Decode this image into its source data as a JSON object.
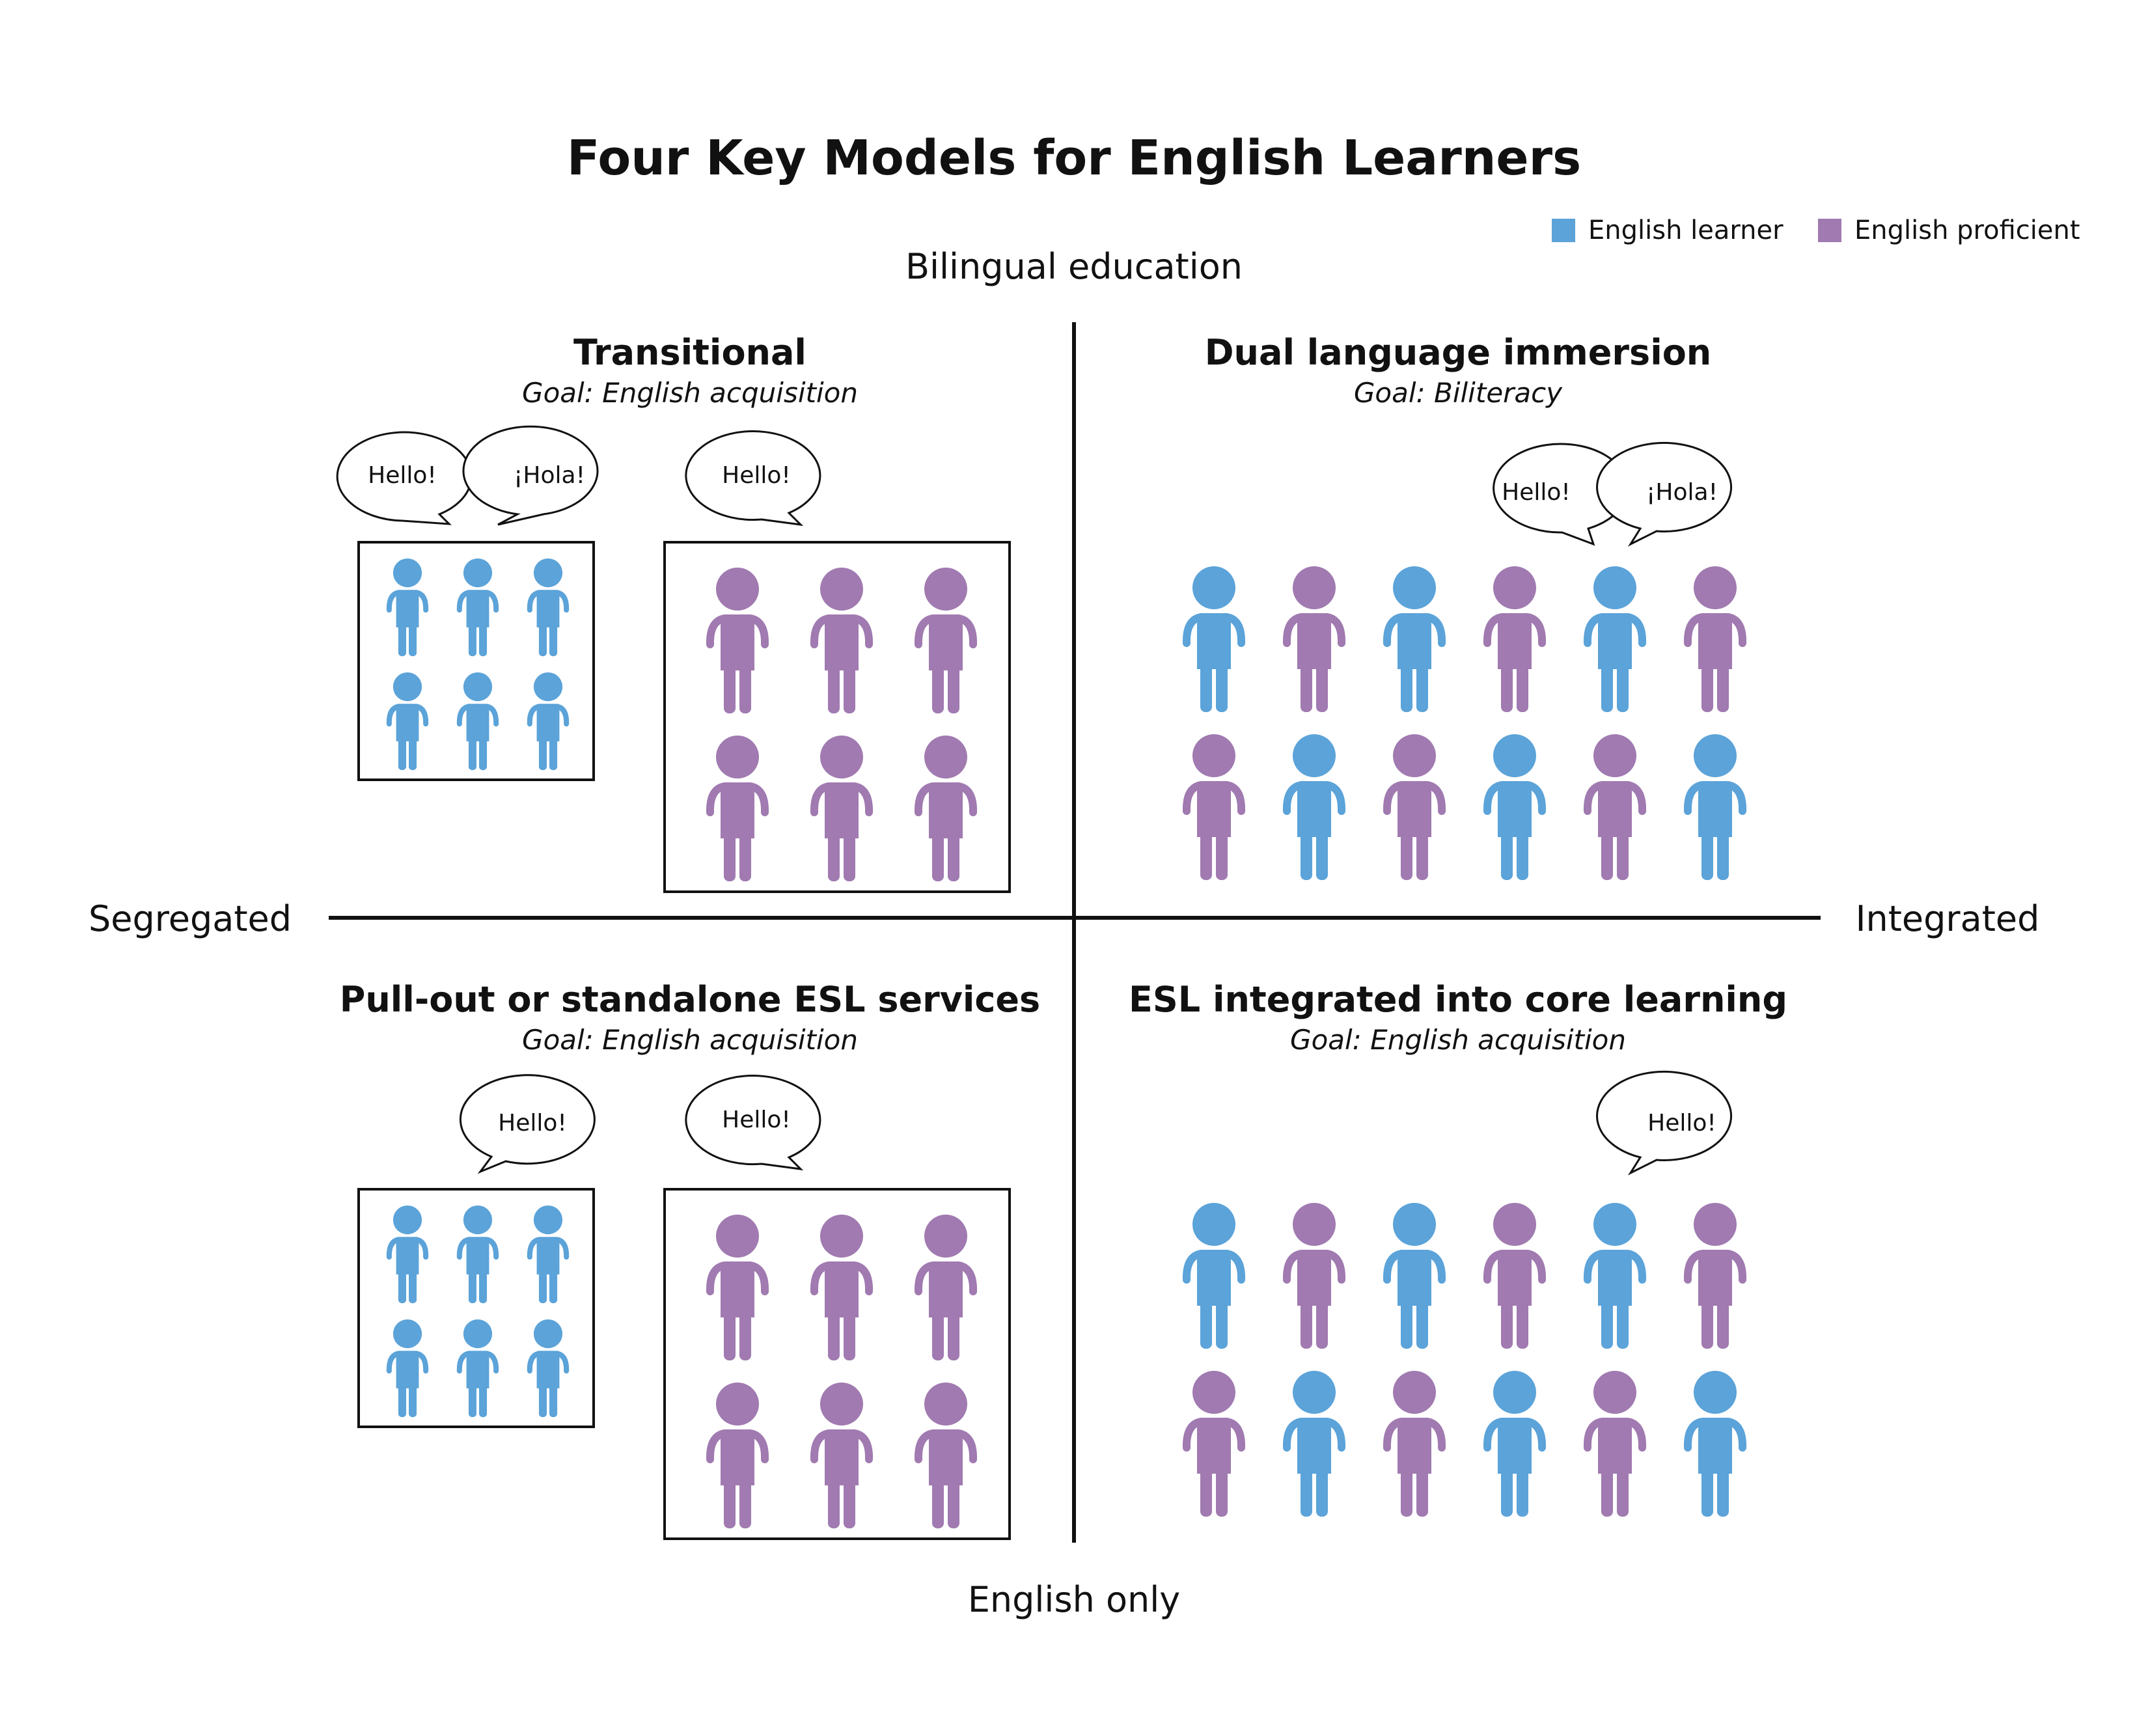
{
  "title": "Four Key Models for English Learners",
  "legend": {
    "english_learner": {
      "label": "English learner",
      "color": "#5ba3d9"
    },
    "english_proficient": {
      "label": "English proficient",
      "color": "#a07ab0"
    }
  },
  "axes": {
    "top": "Bilingual education",
    "bottom": "English only",
    "left": "Segregated",
    "right": "Integrated"
  },
  "quadrants": {
    "transitional": {
      "title": "Transitional",
      "goal": "Goal: English acquisition",
      "bubbles": [
        "Hello!",
        "¡Hola!",
        "Hello!"
      ],
      "learner_box_count": 6,
      "proficient_box_count": 6
    },
    "dual": {
      "title": "Dual language immersion",
      "goal": "Goal: Biliteracy",
      "bubbles": [
        "Hello!",
        "¡Hola!"
      ],
      "mixed_rows": [
        [
          "learner",
          "proficient",
          "learner",
          "proficient",
          "learner",
          "proficient"
        ],
        [
          "proficient",
          "learner",
          "proficient",
          "learner",
          "proficient",
          "learner"
        ]
      ]
    },
    "pullout": {
      "title": "Pull-out or standalone ESL services",
      "goal": "Goal: English acquisition",
      "bubbles": [
        "Hello!",
        "Hello!"
      ],
      "learner_box_count": 6,
      "proficient_box_count": 6
    },
    "esl_integrated": {
      "title": "ESL integrated into core learning",
      "goal": "Goal: English acquisition",
      "bubbles": [
        "Hello!"
      ],
      "mixed_rows": [
        [
          "learner",
          "proficient",
          "learner",
          "proficient",
          "learner",
          "proficient"
        ],
        [
          "proficient",
          "learner",
          "proficient",
          "learner",
          "proficient",
          "learner"
        ]
      ]
    }
  }
}
